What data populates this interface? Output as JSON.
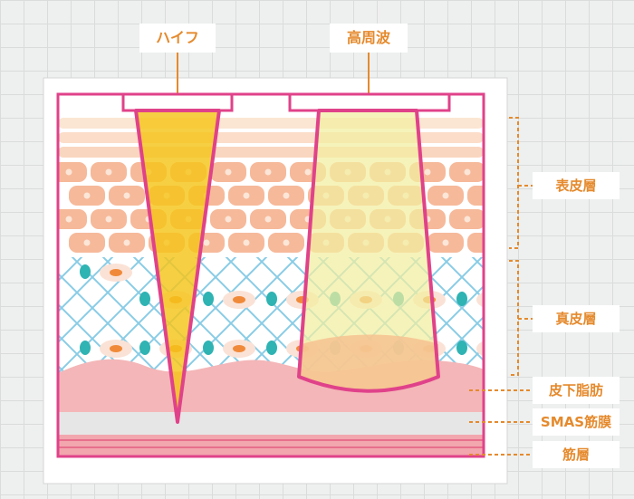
{
  "labels": {
    "hifu": "ハイフ",
    "rf": "高周波",
    "epidermis": "表皮層",
    "dermis": "真皮層",
    "subcutaneous_fat": "皮下脂肪",
    "smas": "SMAS筋膜",
    "muscle": "筋層"
  },
  "colors": {
    "accent": "#e58a2d",
    "frame": "#e0428a",
    "hifu_fill": "#f5c518",
    "rf_fill": "#f4f0a8",
    "cell": "#f7c2a0",
    "fat": "#f3b3b3",
    "dermis_line": "#6fbfe0",
    "dot": "#2fb3b3",
    "nucleus": "#f08a3a"
  }
}
